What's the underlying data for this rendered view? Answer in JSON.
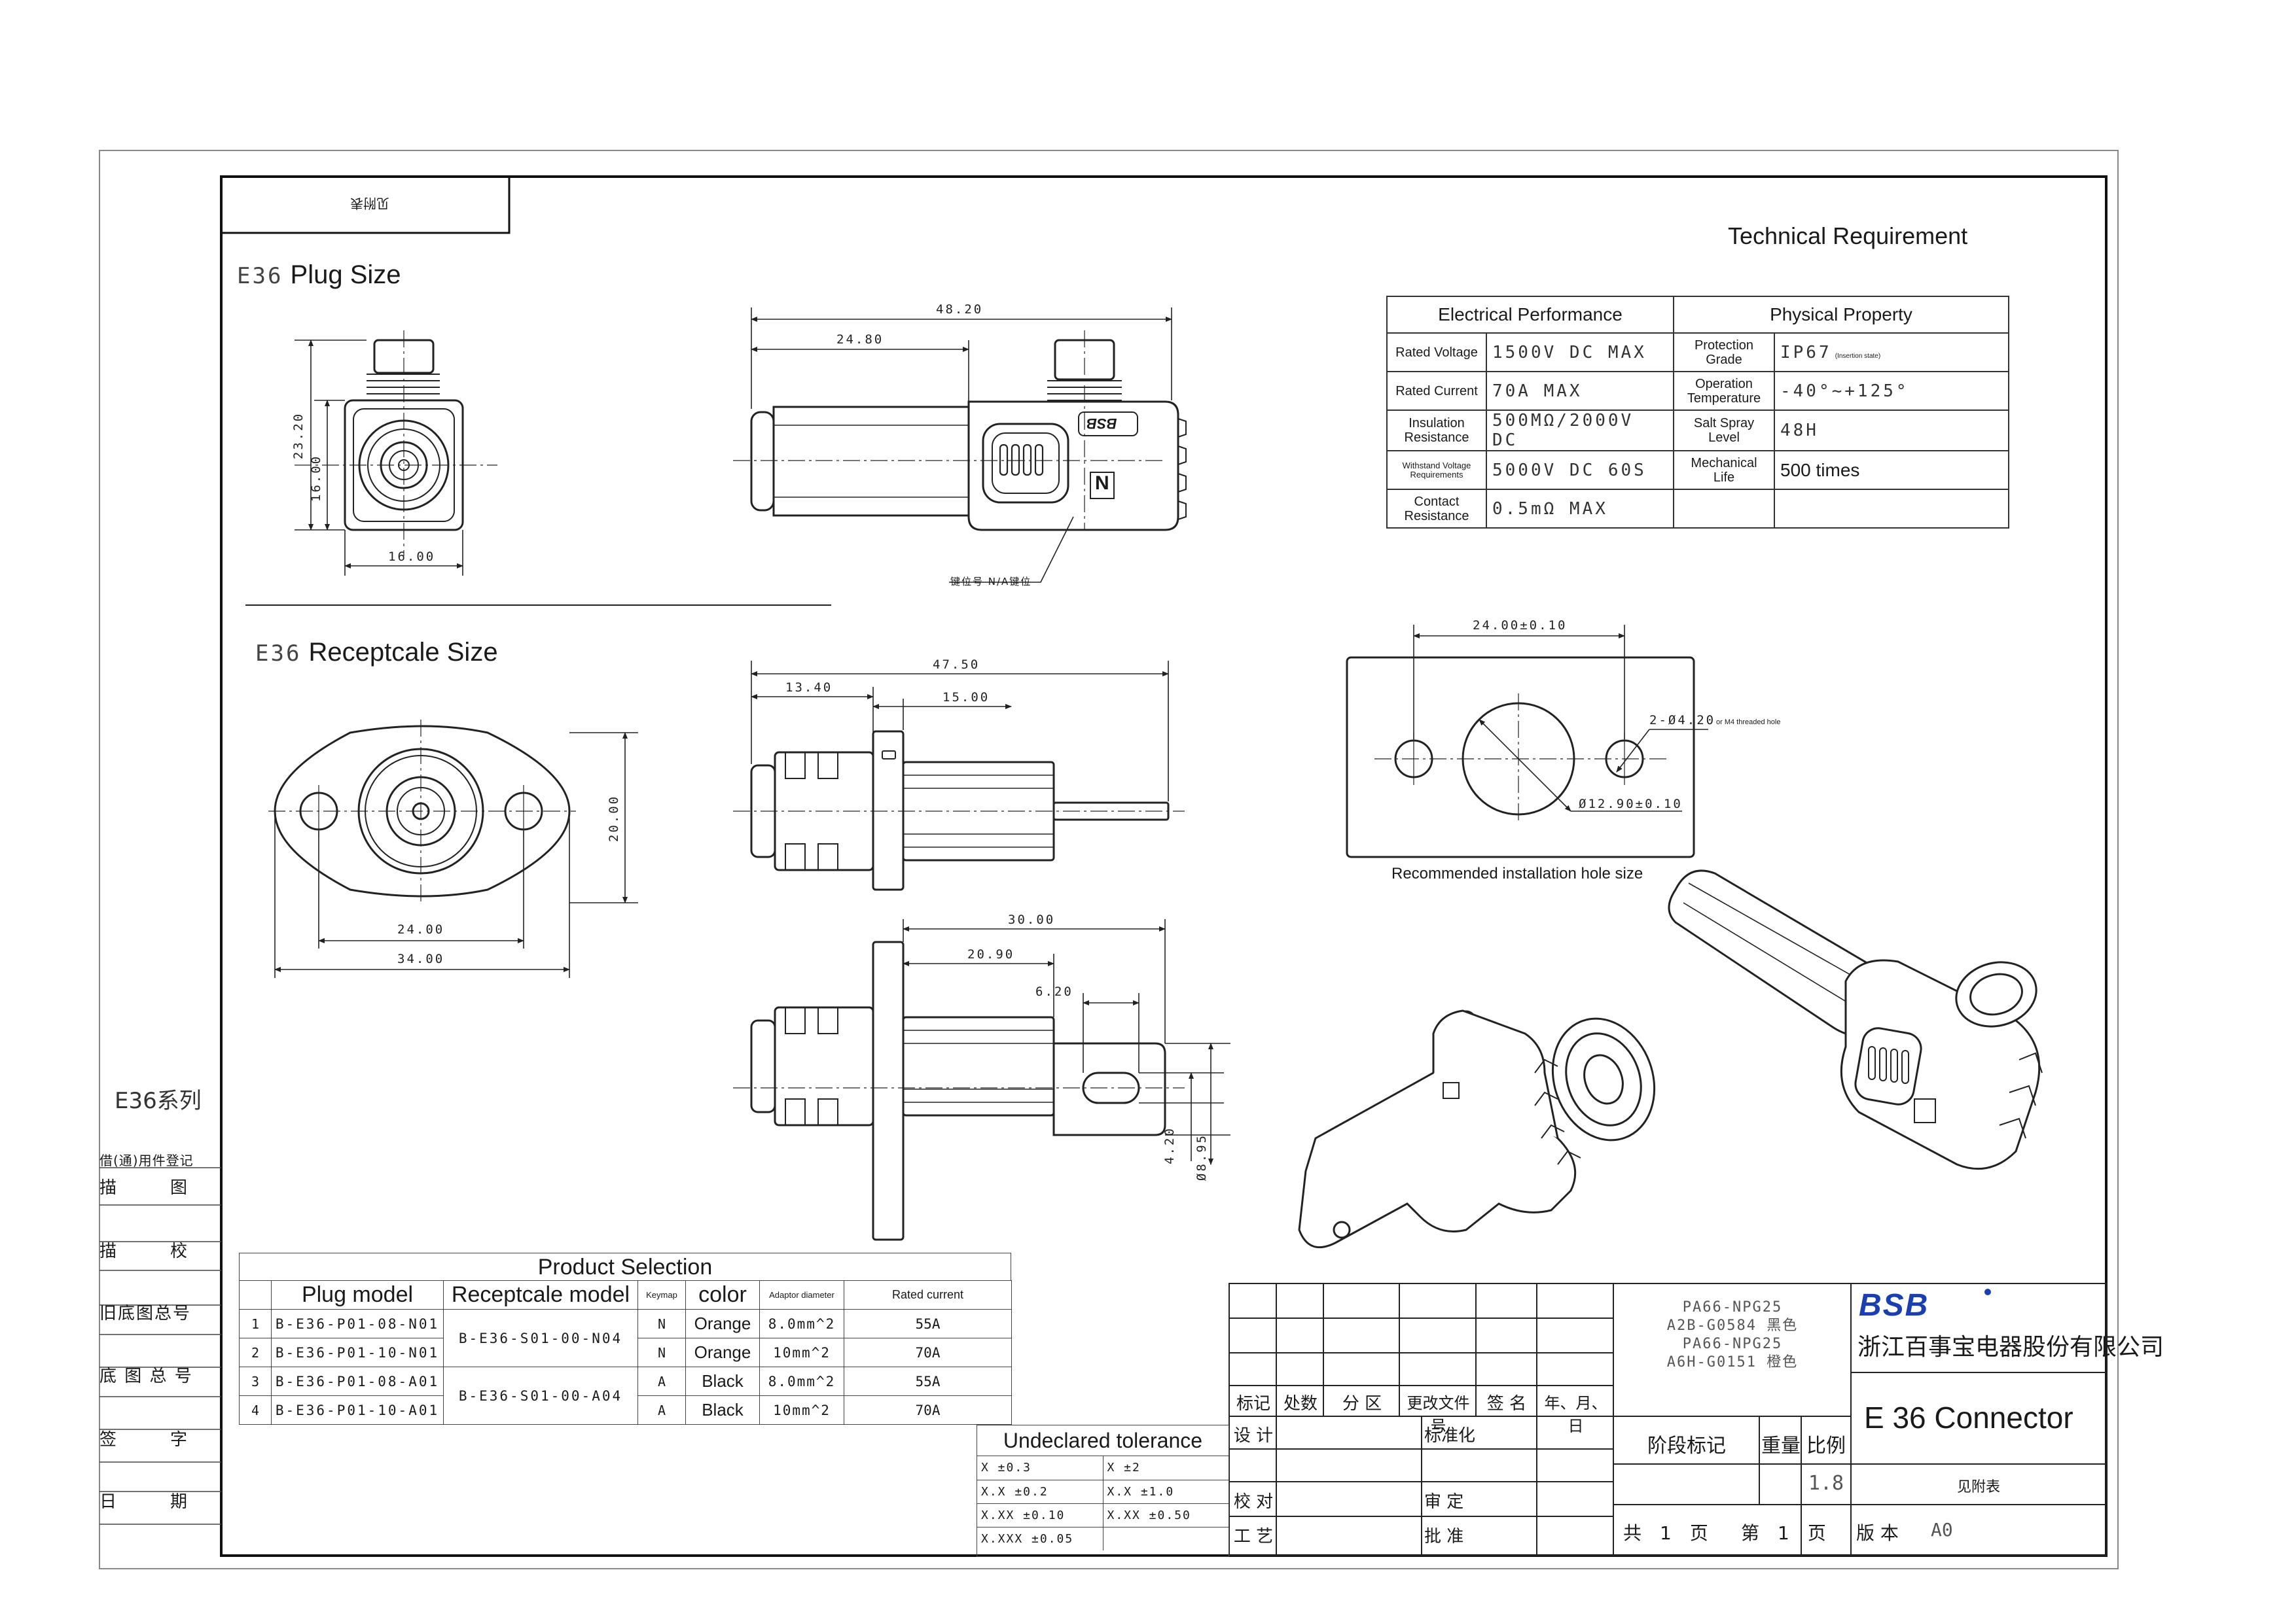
{
  "frame": {
    "top_stamp": "见附表",
    "series_label": "E36系列",
    "side_rows": [
      "借(通)用件登记",
      "描　　图",
      "描　　校",
      "旧底图总号",
      "底 图 总 号",
      "签　　字",
      "日　　期"
    ]
  },
  "plug": {
    "section_title_prefix": "E36",
    "section_title": "Plug Size",
    "dims": {
      "height_total": "23.20",
      "height_body": "16.00",
      "width_body": "16.00",
      "length_total": "48.20",
      "length_partial": "24.80"
    },
    "key_callout": "键位号 N/A键位",
    "brand_mark": "BSB",
    "key_letter": "N"
  },
  "receptacle": {
    "section_title_prefix": "E36",
    "section_title": "Receptcale Size",
    "dims": {
      "flange_height": "20.00",
      "hole_spacing": "24.00",
      "flange_width": "34.00",
      "length_total": "47.50",
      "length_front": "13.40",
      "length_rear": "15.00",
      "pin_length": "30.00",
      "pin_partial": "20.90",
      "pin_tip": "6.20",
      "pin_hole": "4.20",
      "pin_width": "Ø8.95"
    }
  },
  "install_hole": {
    "spacing": "24.00±0.10",
    "small_holes": "2-Ø4.20",
    "small_holes_note": "or M4 threaded hole",
    "center_hole": "Ø12.90±0.10",
    "caption": "Recommended installation hole size"
  },
  "tech_req": {
    "title": "Technical Requirement",
    "headers": [
      "Electrical Performance",
      "Physical Property"
    ],
    "rows": [
      {
        "e_label": "Rated Voltage",
        "e_value": "1500V DC MAX",
        "p_label": "Protection Grade",
        "p_value": "IP67",
        "p_note": "(Insertion state)"
      },
      {
        "e_label": "Rated Current",
        "e_value": "70A MAX",
        "p_label": "Operation Temperature",
        "p_value": "-40°~+125°",
        "p_note": ""
      },
      {
        "e_label": "Insulation Resistance",
        "e_value": "500MΩ/2000V DC",
        "p_label": "Salt Spray Level",
        "p_value": "48H",
        "p_note": ""
      },
      {
        "e_label": "Withstand Voltage Requirements",
        "e_value": "5000V DC 60S",
        "p_label": "Mechanical Life",
        "p_value": "500 times",
        "p_note": ""
      },
      {
        "e_label": "Contact Resistance",
        "e_value": "0.5mΩ MAX",
        "p_label": "",
        "p_value": "",
        "p_note": ""
      }
    ]
  },
  "product_selection": {
    "title": "Product Selection",
    "headers": [
      "Plug model",
      "Receptcale model",
      "Keymap",
      "color",
      "Adaptor diameter",
      "Rated current"
    ],
    "rows": [
      {
        "no": "1",
        "plug": "B-E36-P01-08-N01",
        "keymap": "N",
        "color": "Orange",
        "diameter": "8.0mm^2",
        "current": "55A"
      },
      {
        "no": "2",
        "plug": "B-E36-P01-10-N01",
        "keymap": "N",
        "color": "Orange",
        "diameter": "10mm^2",
        "current": "70A"
      },
      {
        "no": "3",
        "plug": "B-E36-P01-08-A01",
        "keymap": "A",
        "color": "Black",
        "diameter": "8.0mm^2",
        "current": "55A"
      },
      {
        "no": "4",
        "plug": "B-E36-P01-10-A01",
        "keymap": "A",
        "color": "Black",
        "diameter": "10mm^2",
        "current": "70A"
      }
    ],
    "receptacles": [
      "B-E36-S01-00-N04",
      "B-E36-S01-00-A04"
    ]
  },
  "tolerance": {
    "title": "Undeclared tolerance",
    "rows": [
      [
        "X   ±0.3",
        "X   ±2"
      ],
      [
        "X.X  ±0.2",
        "X.X  ±1.0"
      ],
      [
        "X.XX  ±0.10",
        "X.XX  ±0.50"
      ],
      [
        "X.XXX  ±0.05",
        ""
      ]
    ]
  },
  "title_block": {
    "headers": [
      "标记",
      "处数",
      "分 区",
      "更改文件号",
      "签 名",
      "年、月、日"
    ],
    "design": "设 计",
    "standardize": "标准化",
    "check": "校 对",
    "review": "审 定",
    "process": "工 艺",
    "approve": "批 准",
    "materials": [
      "PA66-NPG25",
      "A2B-G0584 黑色",
      "PA66-NPG25",
      "A6H-G0151 橙色"
    ],
    "stage_mark": "阶段标记",
    "weight": "重量",
    "scale_label": "比例",
    "scale_value": "1.8",
    "total_pages": "共　1　页",
    "page_no": "第　1　页",
    "version_label": "版 本",
    "version_value": "A0",
    "company_logo": "BSB",
    "company_name": "浙江百事宝电器股份有限公司",
    "drawing_title": "E 36 Connector",
    "drawing_note": "见附表"
  }
}
